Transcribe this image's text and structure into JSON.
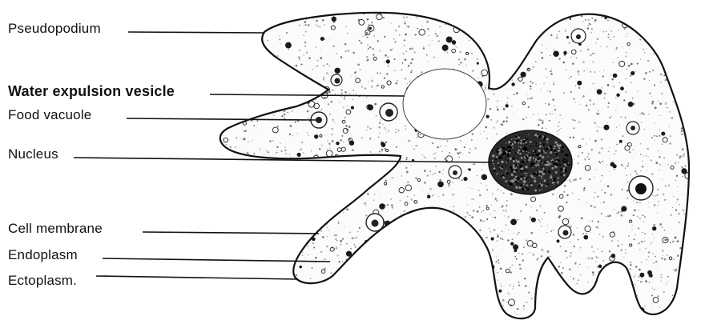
{
  "labels": {
    "pseudopodium": "Pseudopodium",
    "water_expulsion_vesicle": "Water expulsion vesicle",
    "food_vacuole": "Food vacuole",
    "nucleus": "Nucleus",
    "cell_membrane": "Cell membrane",
    "endoplasm": "Endoplasm",
    "ectoplasm": "Ectoplasm."
  },
  "colors": {
    "ink": "#111111",
    "background": "#ffffff",
    "nucleus_fill": "#2a2a2a",
    "cytoplasm_stipple": "#4a4a4a"
  }
}
